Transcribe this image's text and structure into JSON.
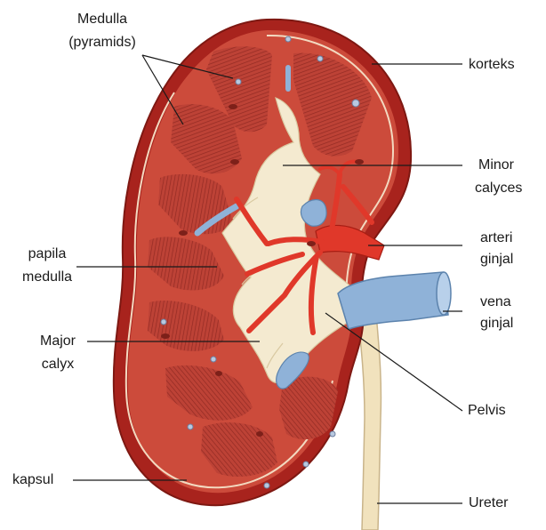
{
  "labels": {
    "medulla": "Medulla",
    "pyramids": "(pyramids)",
    "korteks": "korteks",
    "minor_1": "Minor",
    "minor_2": "calyces",
    "arteri_1": "arteri",
    "arteri_2": "ginjal",
    "vena_1": "vena",
    "vena_2": "ginjal",
    "papila_1": "papila",
    "papila_2": "medulla",
    "major_1": "Major",
    "major_2": "calyx",
    "pelvis": "Pelvis",
    "kapsul": "kapsul",
    "ureter": "Ureter"
  },
  "colors": {
    "capsule": "#a8231d",
    "cortex": "#cf4e3d",
    "pyramid": "#b83a31",
    "pyramid_striation": "#8e2620",
    "pelvis": "#f5ecd2",
    "artery": "#e0382a",
    "vein": "#8fb3d9",
    "ureter": "#f3e7c8",
    "leader_line": "#1a1a1a"
  }
}
